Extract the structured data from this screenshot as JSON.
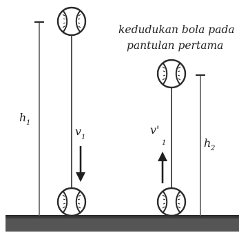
{
  "caption": {
    "line1": "kedudukan bola pada",
    "line2": "pantulan pertama"
  },
  "labels": {
    "h1": {
      "symbol": "h",
      "subscript": "1"
    },
    "v1": {
      "symbol": "v",
      "subscript": "1"
    },
    "v1_prime": {
      "symbol": "v'",
      "subscript": "1"
    },
    "h2": {
      "symbol": "h",
      "subscript": "2"
    }
  },
  "colors": {
    "ink": "#222222",
    "ball_fill": "#ffffff",
    "ground_top": "#444444",
    "ground_bottom": "#666666",
    "rule": "#5a5a5a"
  },
  "icons": {
    "ball": "tennis-ball-icon",
    "down_arrow": "arrow-down-icon",
    "up_arrow": "arrow-up-icon"
  }
}
